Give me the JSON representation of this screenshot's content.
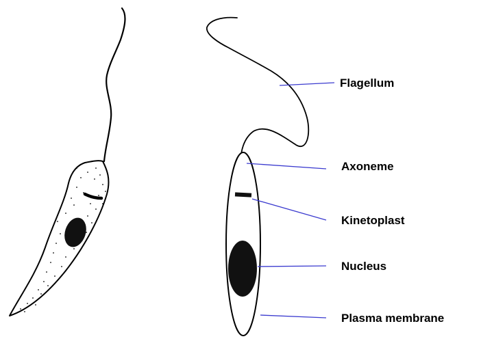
{
  "labels": {
    "flagellum": "Flagellum",
    "axoneme": "Axoneme",
    "kinetoplast": "Kinetoplast",
    "nucleus": "Nucleus",
    "plasma_membrane": "Plasma membrane"
  },
  "colors": {
    "outline": "#000000",
    "leader_line": "#3a3acf",
    "label_text": "#000000",
    "background": "#ffffff"
  }
}
